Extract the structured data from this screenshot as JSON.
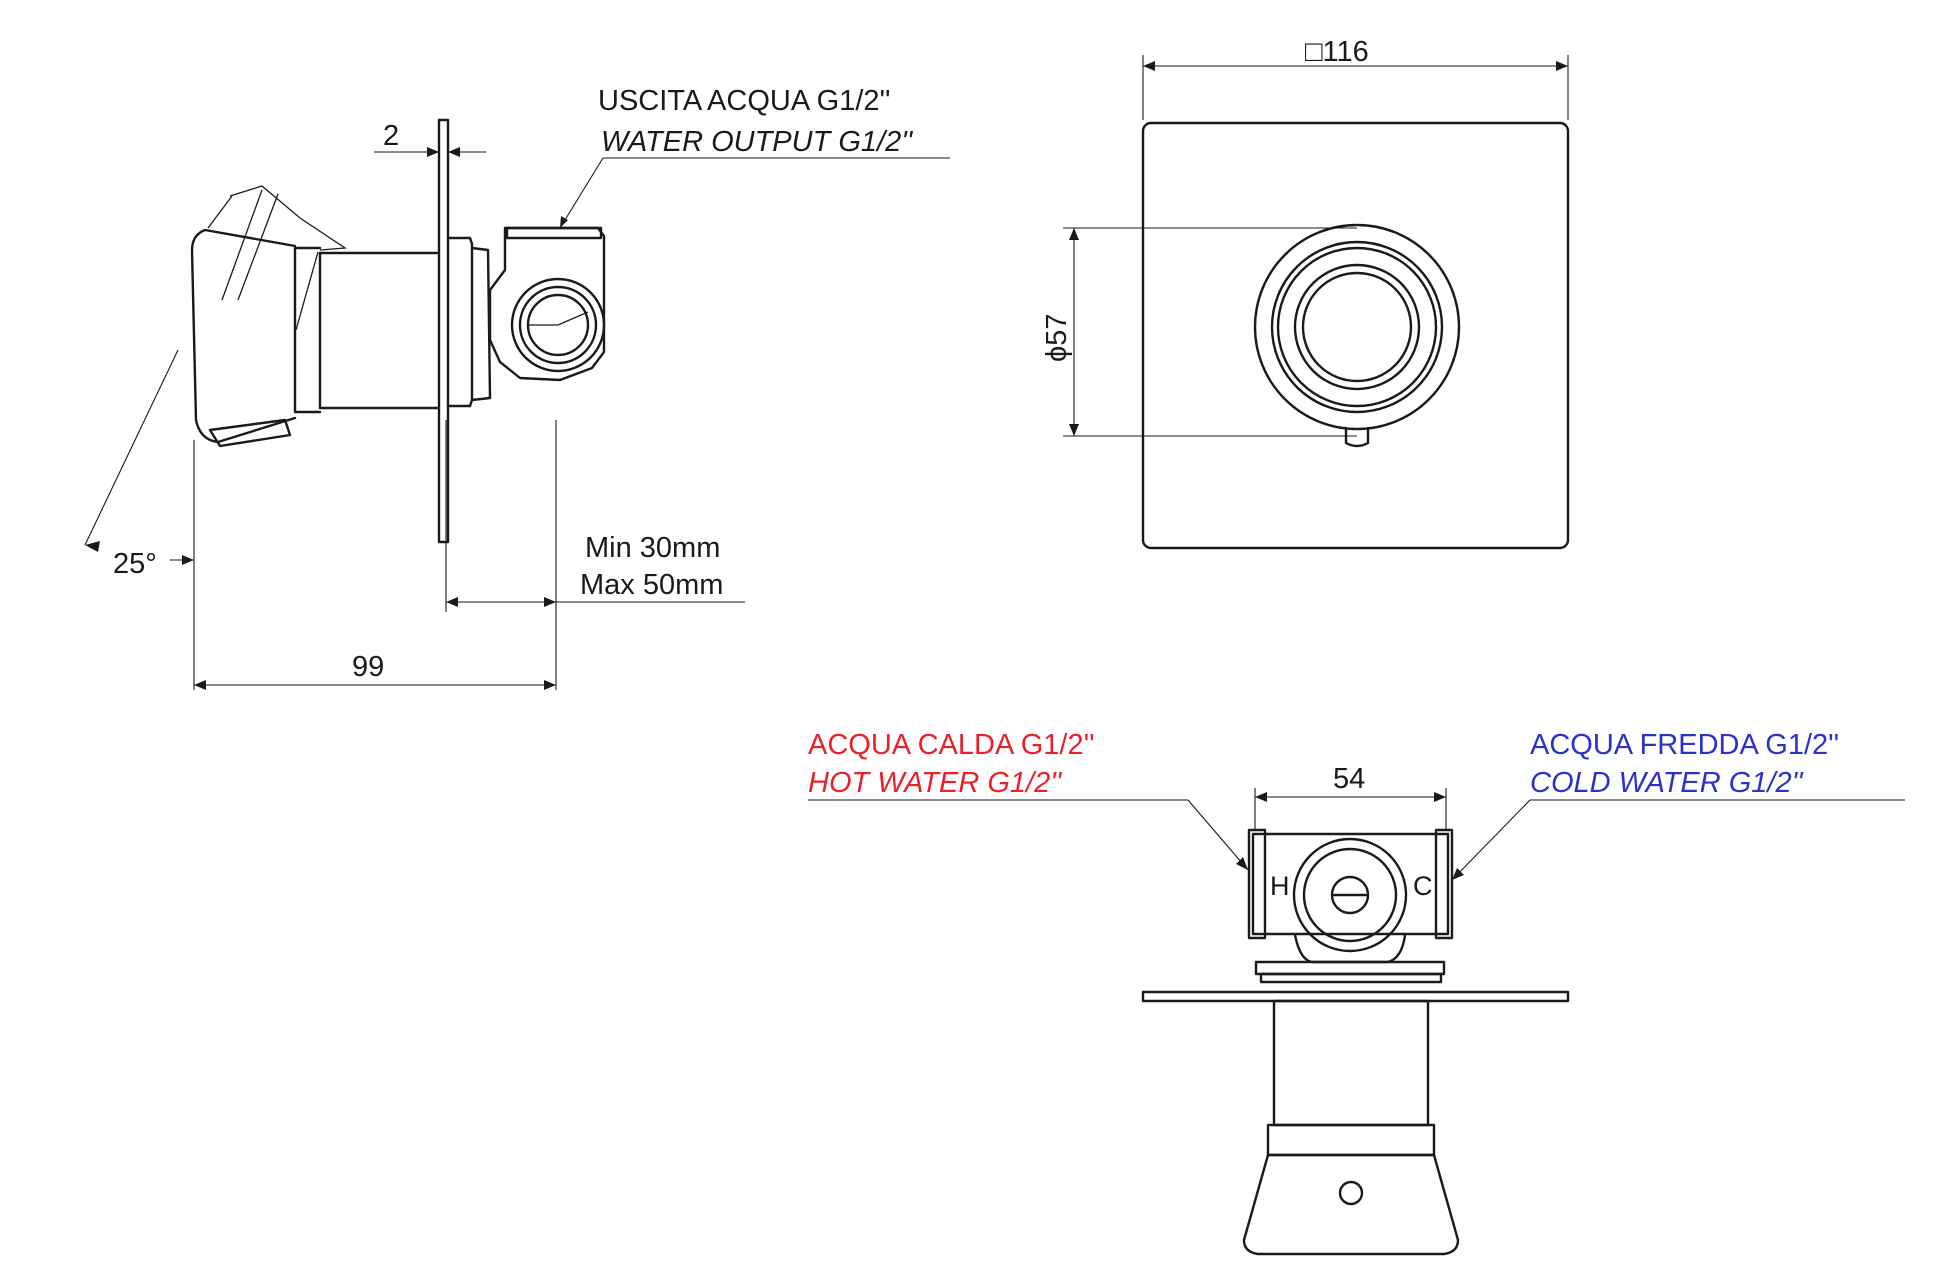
{
  "side_view": {
    "outlet_label": "USCITA ACQUA G1/2''",
    "outlet_label_en": "WATER OUTPUT G1/2''",
    "plate_thickness": "2",
    "handle_angle": "25°",
    "depth_min": "Min 30mm",
    "depth_max": "Max 50mm",
    "overall_depth": "99"
  },
  "front_view": {
    "plate_size": "□116",
    "handle_diameter": "ϕ57"
  },
  "top_view": {
    "hot_label": "ACQUA CALDA G1/2''",
    "hot_label_en": "HOT WATER G1/2''",
    "cold_label": "ACQUA FREDDA G1/2''",
    "cold_label_en": "COLD WATER G1/2''",
    "inlet_spacing": "54",
    "hot_mark": "H",
    "cold_mark": "C"
  },
  "colors": {
    "line": "#1a1a1a",
    "hot": "#e8212b",
    "cold": "#2b32c8"
  }
}
